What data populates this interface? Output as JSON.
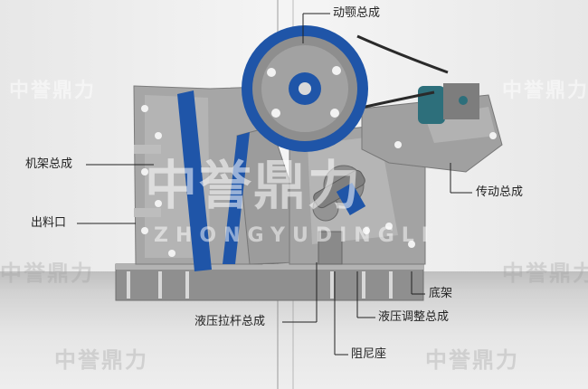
{
  "labels": {
    "flywheel": "动颚总成",
    "frame": "机架总成",
    "discharge": "出料口",
    "drive": "传动总成",
    "base": "底架",
    "hydraulic_rod": "液压拉杆总成",
    "hydraulic_adjust": "液压调整总成",
    "damper": "阻尼座"
  },
  "watermark": {
    "brand": "中誉鼎力",
    "pinyin": "ZHONGYUDINGLI"
  },
  "colors": {
    "accent_blue": "#1f55a8",
    "steel": "#9a9a9a",
    "motor": "#2d6f7b"
  }
}
